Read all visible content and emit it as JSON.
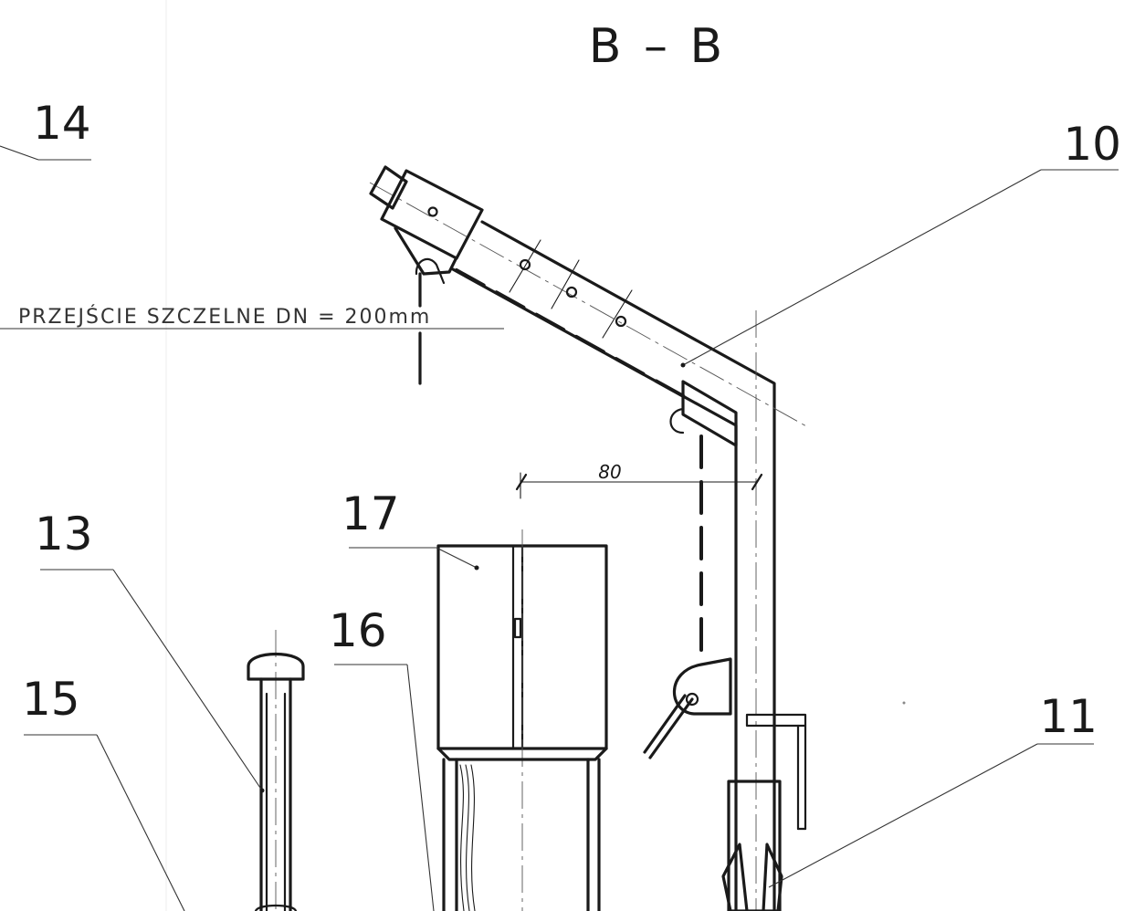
{
  "section_title": "B – B",
  "note": "PRZEJŚCIE SZCZELNE DN = 200mm",
  "dimension": "80",
  "labels": {
    "l10": "10",
    "l11": "11",
    "l13": "13",
    "l14": "14",
    "l15": "15",
    "l16": "16",
    "l17": "17"
  }
}
